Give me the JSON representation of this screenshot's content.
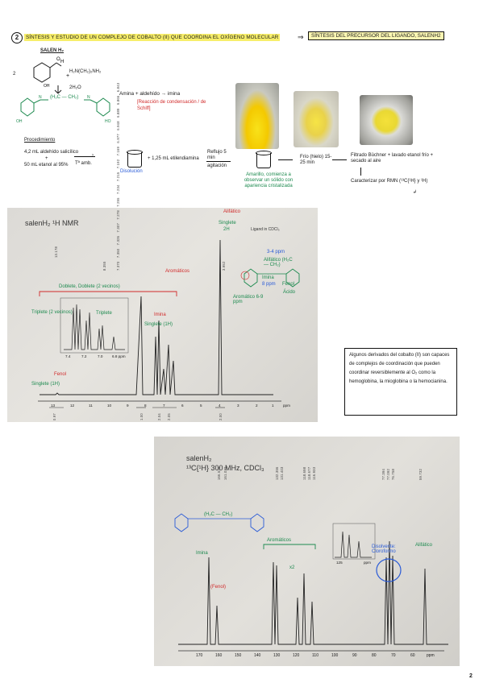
{
  "header": {
    "number": "2",
    "title": "SÍNTESIS Y ESTUDIO DE UN COMPLEJO DE COBALTO (II) QUE COORDINA EL OXÍGENO MOLECULAR",
    "arrow": "⇒",
    "boxed": "SÍNTESIS DEL PRECURSOR DEL LIGANDO, SALENH2"
  },
  "scheme": {
    "ligand_label": "SALEN H₂",
    "reactant1": "2",
    "reagent": "H₂N(CH₂)₂NH₂",
    "byproduct": "2H₂O",
    "bridge": "(H₂C — CH₂)",
    "reaction_text": "Amina + aldehído → imina",
    "condensation": "[Reacción de condensación / de Schiff]"
  },
  "procedure": {
    "label": "Procedimiento",
    "line1": "4,2 mL aldehído salicílico",
    "plus": "+",
    "line2": "50 mL etanol al 95%",
    "tamb": "Tª amb.",
    "beaker1_label": "Disolución",
    "add_text": "+ 1,25 mL etilendiamina",
    "agitation_top": "Reflujo 5 min",
    "agitation_bottom": "agitación",
    "beaker2_label": "Amarillo, comienza a observar un sólido con apariencia cristalizada",
    "ice": "Frío (hielo) 15-25 min",
    "filter": "Filtrado Büchner + lavado etanol frío + secado al aire",
    "characterize": "Caracterizar por RMN (¹³C{¹H} y ¹H)"
  },
  "nmr1": {
    "title": "salenH₂ ¹H NMR",
    "ligand_note": "Ligand in CDCl₃",
    "peak_13": "13.178",
    "peaks_arom": "7.370 7.350 7.326 7.307 7.278 7.255 7.234 7.215 7.192 7.169 6.977 6.948 6.889 6.866 6.843",
    "peak_8": "8.355",
    "peak_4": "3.952",
    "annotation_aliphatic": "Alifático",
    "annotation_singlete_top": "Singlete",
    "annotation_2h": "2H",
    "annotation_aromaticos": "Aromáticos",
    "annotation_doblete": "Doblete, Doblete (2 vecinos)",
    "annotation_triplete_left": "Triplete (2 vecinos)",
    "annotation_triplete_right": "Triplete",
    "annotation_imina": "Imina",
    "annotation_singlete_imine": "Singlete (1H)",
    "annotation_fenol": "Fenol",
    "annotation_singlete_fenol": "Singlete (1H)",
    "annotation_34ppm": "3-4 ppm",
    "annotation_alifatico_struct": "Alifático (H₂C — CH₂)",
    "annotation_imina_struct": "Imina",
    "annotation_8ppm": "8 ppm",
    "annotation_fenol_struct": "Fenol",
    "annotation_aromatico_struct": "Aromático 6-9 ppm",
    "annotation_acido": "Ácido",
    "inset_ticks": [
      "7.4",
      "7.2",
      "7.0",
      "6.8 ppm"
    ],
    "axis_ticks": [
      "13",
      "12",
      "11",
      "10",
      "9",
      "8",
      "7",
      "6",
      "5",
      "4",
      "3",
      "2",
      "1",
      "ppm"
    ],
    "integrals": [
      "0.97",
      "1.00",
      "2.04",
      "2.05",
      "2.00"
    ]
  },
  "note": {
    "text": "Algunos derivados del cobalto (II) son capaces de complejos de coordinación que pueden coordinar reversiblemente al O₂ como la hemoglobina, la mioglobina o la hemocianina."
  },
  "nmr2": {
    "title1": "salenH₂",
    "title2": "¹³C{¹H} 300 MHz, CDCl₃",
    "peaks": [
      "166.526",
      "161.022",
      "132.356",
      "131.403",
      "118.698",
      "118.677",
      "116.933",
      "77.394",
      "77.092",
      "76.758",
      "59.732"
    ],
    "annotation_imina": "Imina",
    "annotation_aromaticos": "Aromáticos",
    "annotation_fenol": "(Fenol)",
    "annotation_x2": "x2",
    "annotation_solvente": "Disolvente: Cloroformo",
    "annotation_alifatico": "Alifático",
    "bridge": "(H₂C — CH₂)",
    "axis_ticks": [
      "170",
      "160",
      "150",
      "140",
      "130",
      "120",
      "110",
      "100",
      "90",
      "80",
      "70",
      "60",
      "ppm"
    ],
    "inset_ticks": [
      "125",
      "ppm"
    ]
  },
  "page": {
    "number": "2"
  }
}
